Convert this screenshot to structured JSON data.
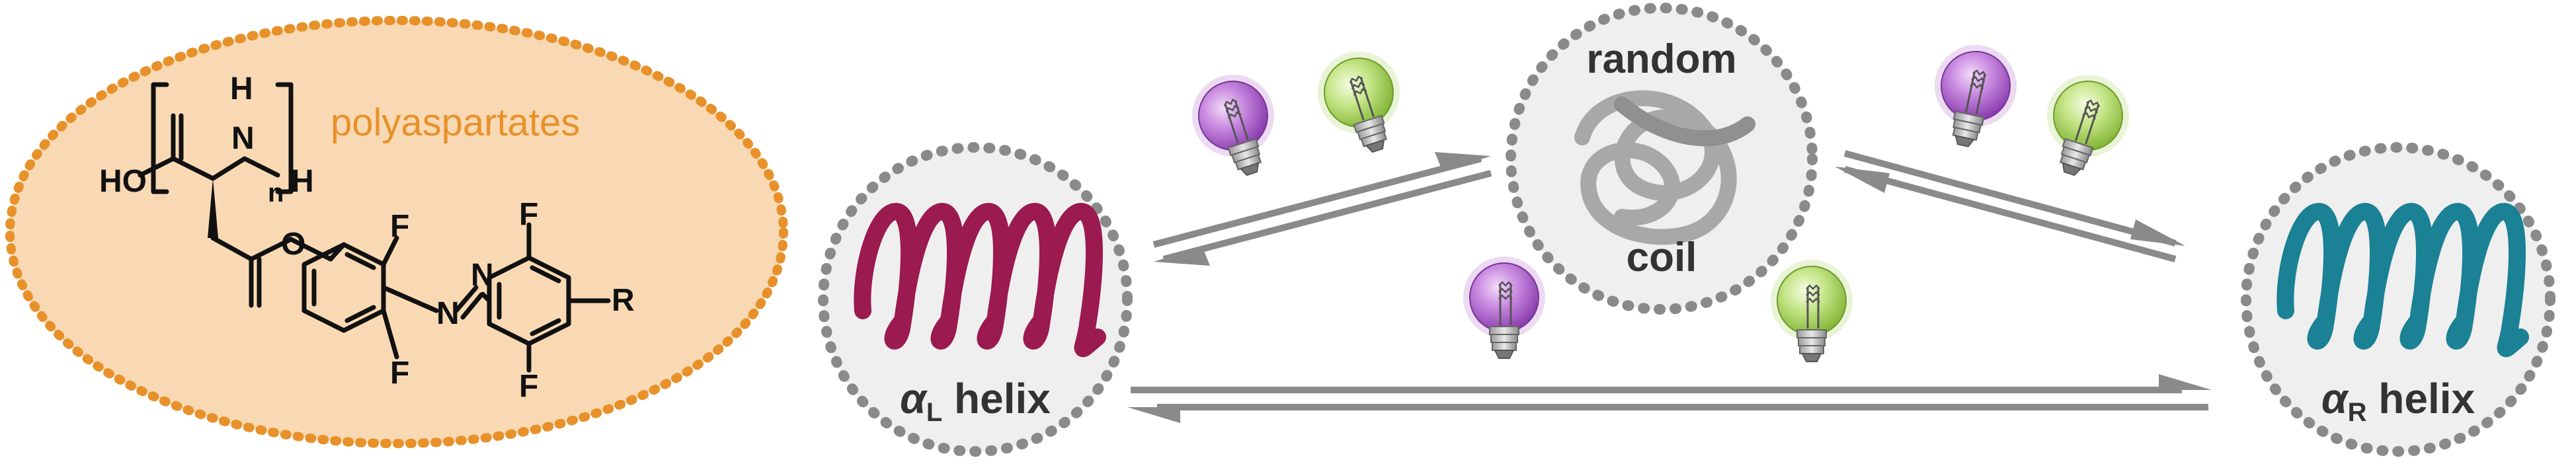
{
  "colors": {
    "oval_fill": "#f9d9b4",
    "oval_stroke": "#e8912a",
    "polymer_label": "#e8912a",
    "circle_fill": "#efefef",
    "circle_stroke": "#8a8a8a",
    "arrow": "#8a8a8a",
    "helix_left": "#9b1a4f",
    "helix_right": "#1b8195",
    "coil": "#a8a8a8",
    "bulb_violet": "#b46ad0",
    "bulb_green": "#a8d45a"
  },
  "molecule": {
    "label": "polyaspartates",
    "atoms": {
      "ho": "HO",
      "nh": "H",
      "n_top": "N",
      "h_end": "H",
      "subscript_n": "n",
      "ester_o": "O",
      "f1": "F",
      "f2": "F",
      "f3": "F",
      "f4": "F",
      "azo_n1": "N",
      "azo_n2": "N",
      "r_group": "R"
    }
  },
  "states": {
    "random_coil": {
      "line1": "random",
      "line2": "coil"
    },
    "alpha_left": {
      "symbol": "α",
      "subscript": "L",
      "word": "helix"
    },
    "alpha_right": {
      "symbol": "α",
      "subscript": "R",
      "word": "helix"
    }
  },
  "icons": [
    "violet-light-bulb-icon",
    "green-light-bulb-icon",
    "coil-icon",
    "helix-icon"
  ]
}
